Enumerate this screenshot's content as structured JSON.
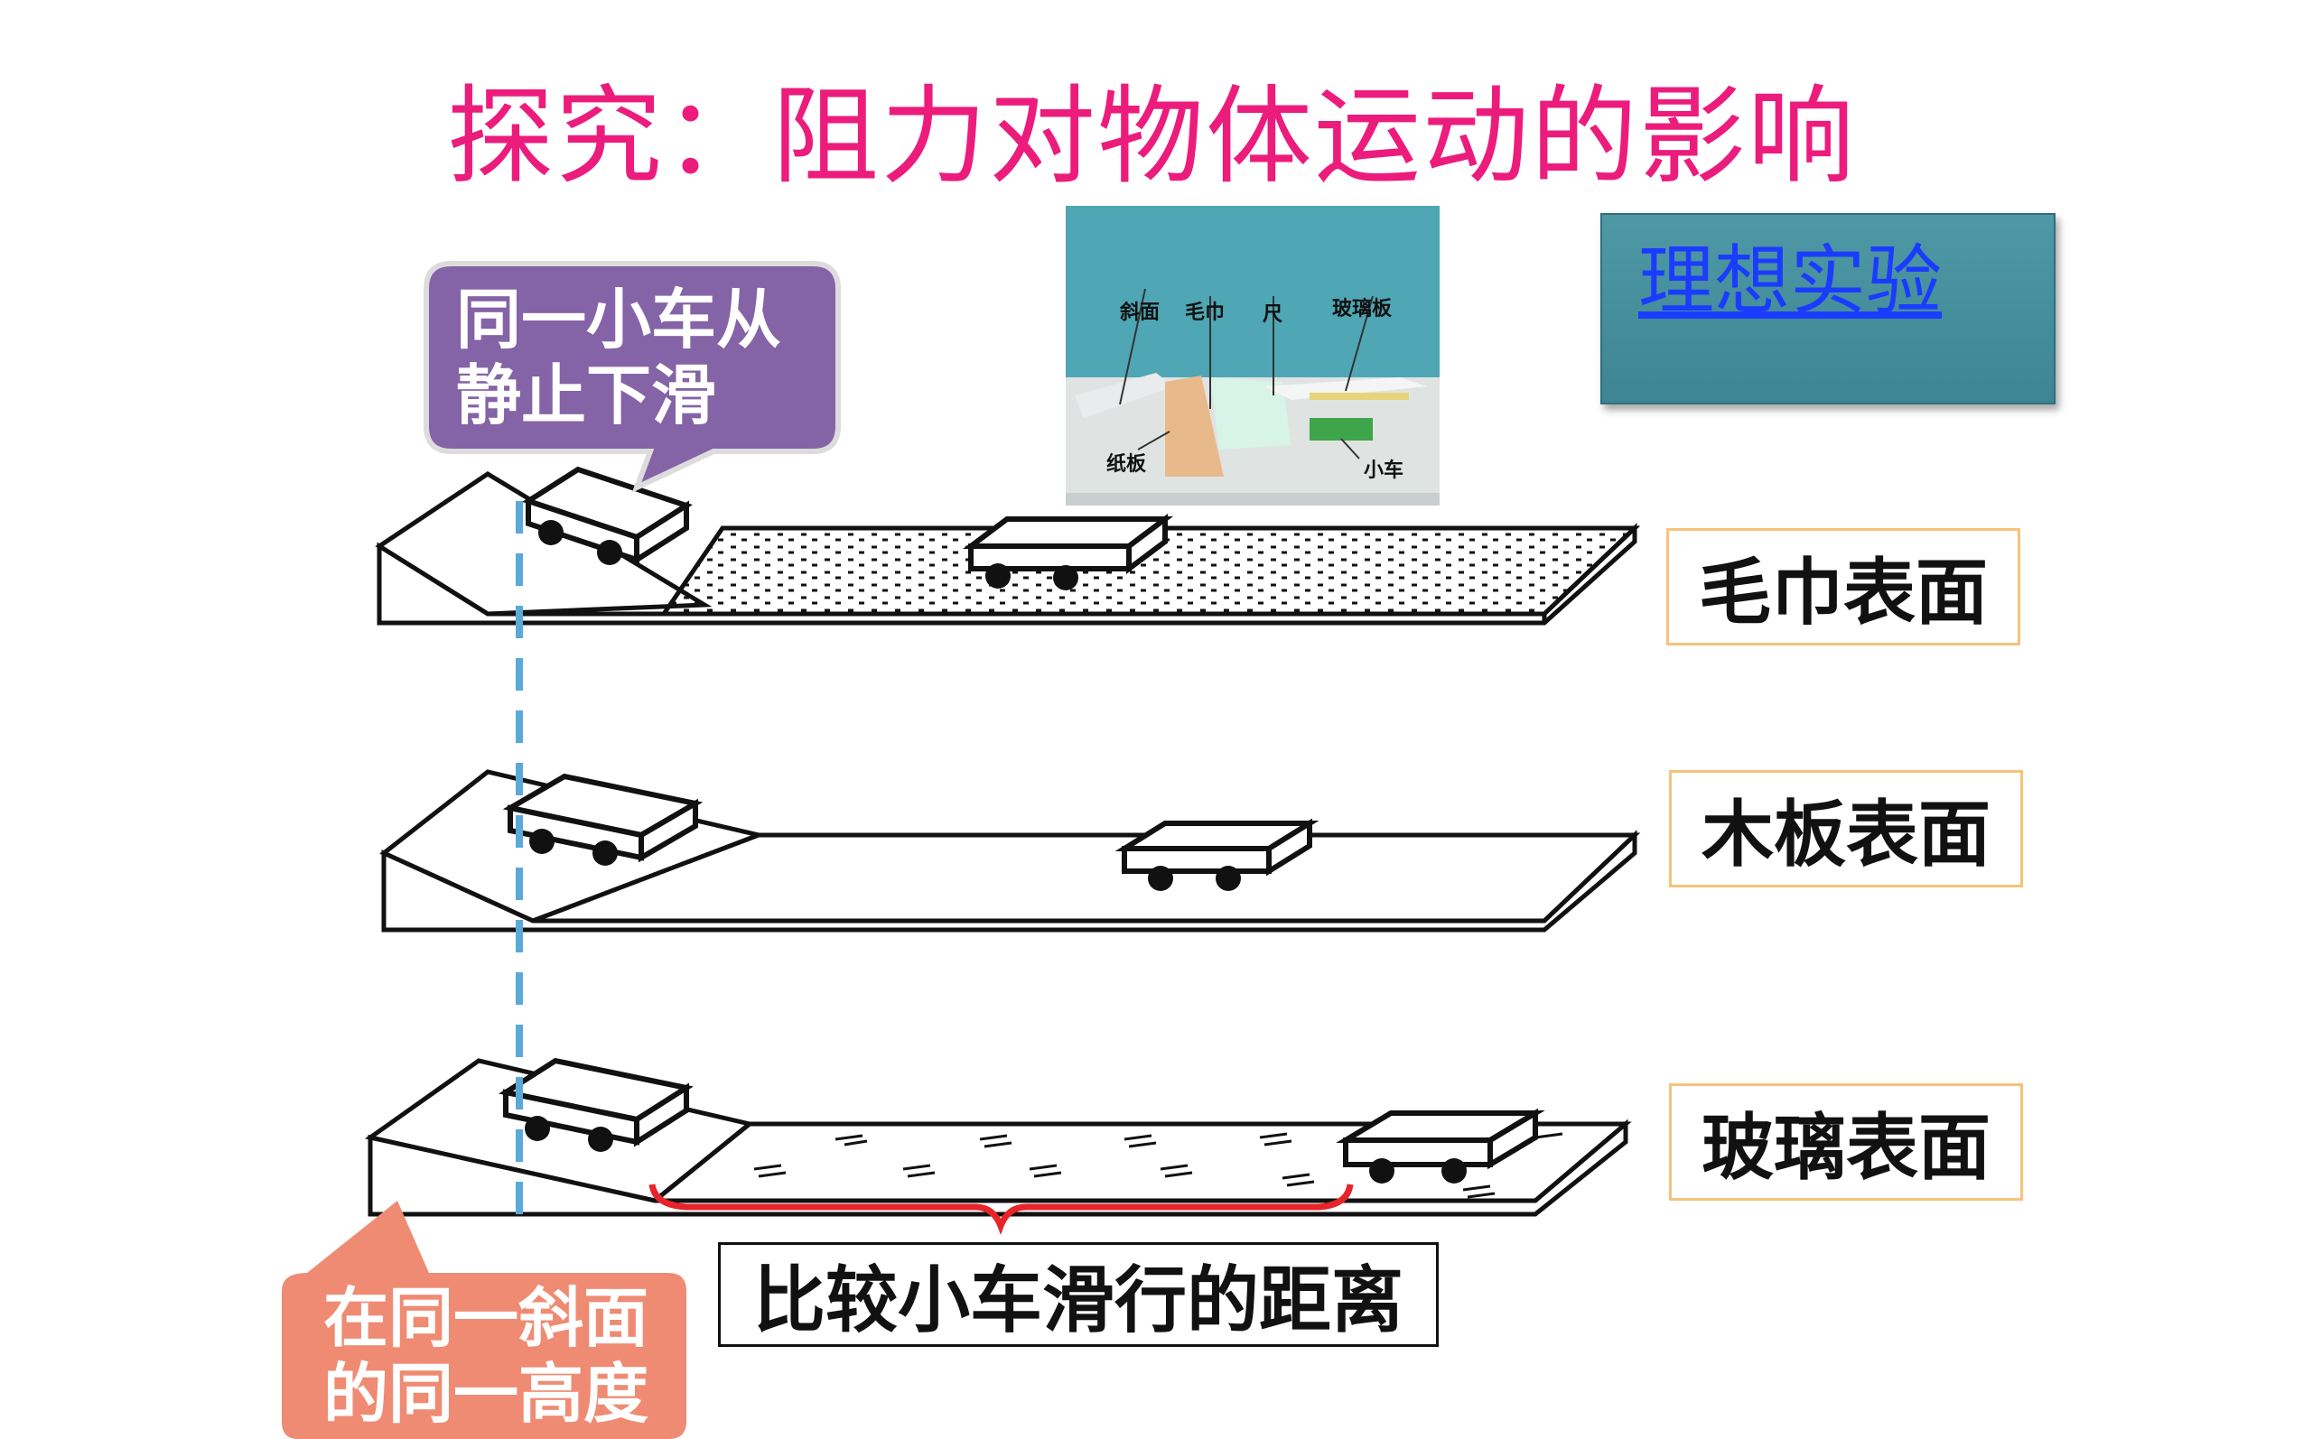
{
  "title": "探究：阻力对物体运动的影响",
  "photo": {
    "labels": {
      "incline": "斜面",
      "towel": "毛巾",
      "ruler": "尺",
      "glass": "玻璃板",
      "cardboard": "纸板",
      "cart": "小车"
    }
  },
  "ideal_experiment_label": "理想实验",
  "surfaces": [
    {
      "label": "毛巾表面"
    },
    {
      "label": "木板表面"
    },
    {
      "label": "玻璃表面"
    }
  ],
  "callout_top": {
    "line1": "同一小车从",
    "line2": "静止下滑"
  },
  "callout_bottom": {
    "line1": "在同一斜面",
    "line2": "的同一高度"
  },
  "compare_label": "比较小车滑行的距离",
  "colors": {
    "title": "#ec1c7c",
    "callout_top": "#8463a6",
    "callout_bottom": "#ef8b73",
    "dashed_line": "#5aa9d9",
    "brace": "#e8232a",
    "surface_border": "#f7c27a",
    "ideal_button": "#4f98a6",
    "ideal_text": "#1a3cff"
  }
}
